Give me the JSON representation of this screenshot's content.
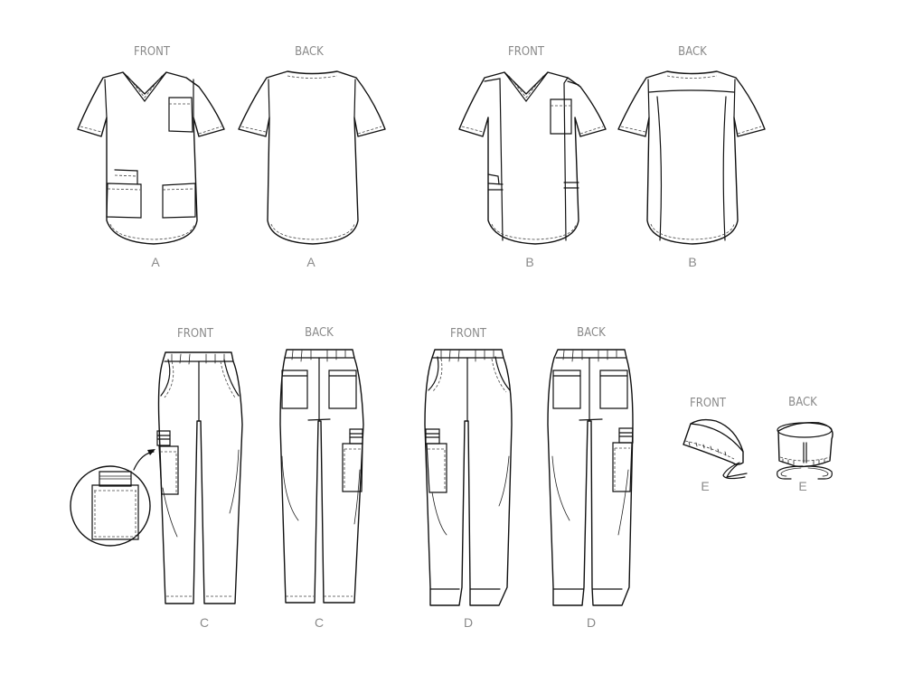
{
  "views": {
    "a_front": {
      "view_label": "FRONT",
      "view_code": "A"
    },
    "a_back": {
      "view_label": "BACK",
      "view_code": "A"
    },
    "b_front": {
      "view_label": "FRONT",
      "view_code": "B"
    },
    "b_back": {
      "view_label": "BACK",
      "view_code": "B"
    },
    "c_front": {
      "view_label": "FRONT",
      "view_code": "C"
    },
    "c_back": {
      "view_label": "BACK",
      "view_code": "C"
    },
    "d_front": {
      "view_label": "FRONT",
      "view_code": "D"
    },
    "d_back": {
      "view_label": "BACK",
      "view_code": "D"
    },
    "e_front": {
      "view_label": "FRONT",
      "view_code": "E"
    },
    "e_back": {
      "view_label": "BACK",
      "view_code": "E"
    }
  },
  "colors": {
    "label": "#8a8a8a",
    "line": "#111111",
    "background": "#ffffff"
  }
}
